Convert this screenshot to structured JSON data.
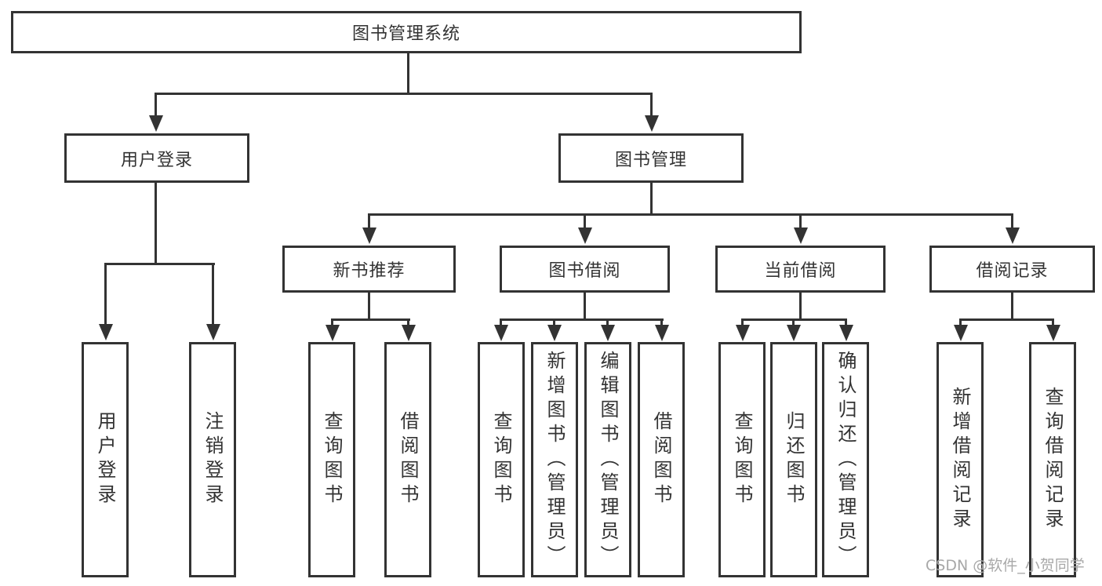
{
  "title": "图书管理系统",
  "tree": {
    "root": "图书管理系统",
    "branches": [
      {
        "label": "用户登录",
        "children": [
          "用户登录",
          "注销登录"
        ]
      },
      {
        "label": "图书管理",
        "children": [
          {
            "label": "新书推荐",
            "children": [
              "查询图书",
              "借阅图书"
            ]
          },
          {
            "label": "图书借阅",
            "children": [
              "查询图书",
              "新增图书（管理员）",
              "编辑图书（管理员）",
              "借阅图书"
            ]
          },
          {
            "label": "当前借阅",
            "children": [
              "查询图书",
              "归还图书",
              "确认归还（管理员）"
            ]
          },
          {
            "label": "借阅记录",
            "children": [
              "新增借阅记录",
              "查询借阅记录"
            ]
          }
        ]
      }
    ]
  },
  "watermark": "CSDN @软件_小贺同学",
  "colors": {
    "line": "#333333",
    "text": "#333333",
    "watermark": "#a8a8a8",
    "background": "#ffffff"
  }
}
